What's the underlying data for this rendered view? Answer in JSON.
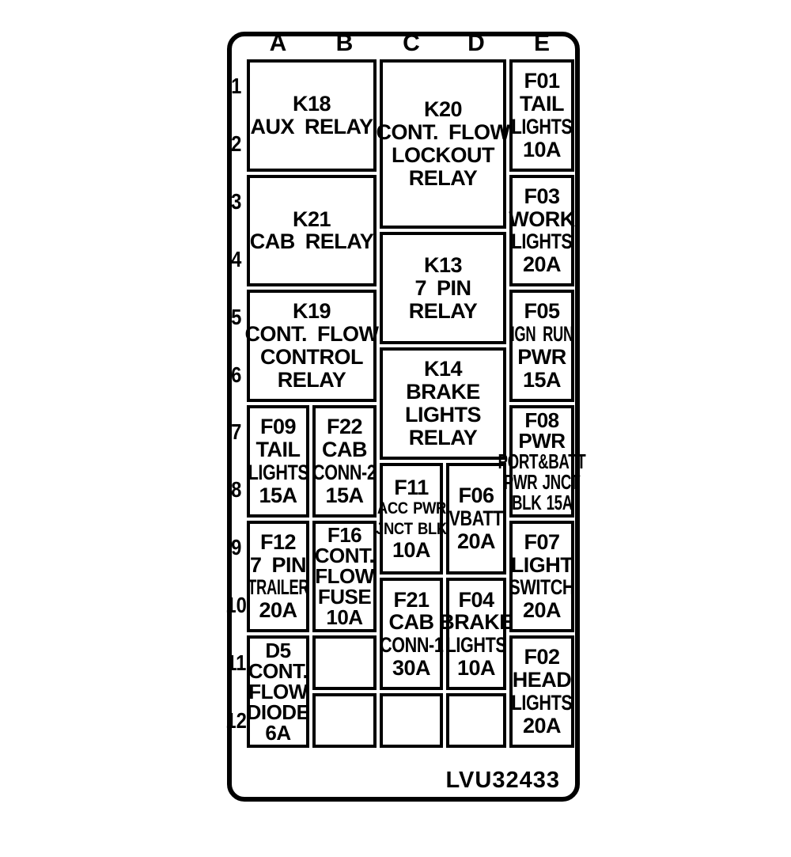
{
  "diagram": {
    "part_number": "LVU32433",
    "kind": "fuse-and-relay-panel-chart"
  },
  "column_headers": [
    "A",
    "B",
    "C",
    "D",
    "E"
  ],
  "row_numbers": [
    "1",
    "2",
    "3",
    "4",
    "5",
    "6",
    "7",
    "8",
    "9",
    "10",
    "11",
    "12"
  ],
  "boxes": [
    {
      "id": "K18",
      "column": "A-B",
      "rows": "1-2",
      "lines": [
        "K18",
        "AUX RELAY"
      ]
    },
    {
      "id": "K21",
      "column": "A-B",
      "rows": "3-4",
      "lines": [
        "K21",
        "CAB RELAY"
      ]
    },
    {
      "id": "K19",
      "column": "A-B",
      "rows": "5-6",
      "lines": [
        "K19",
        "CONT. FLOW",
        "CONTROL",
        "RELAY"
      ]
    },
    {
      "id": "F09",
      "column": "A",
      "rows": "7-8",
      "lines": [
        "F09",
        "TAIL",
        "LIGHTS",
        "15A"
      ]
    },
    {
      "id": "F22",
      "column": "B",
      "rows": "7-8",
      "lines": [
        "F22",
        "CAB",
        "CONN-2",
        "15A"
      ]
    },
    {
      "id": "F12",
      "column": "A",
      "rows": "9-10",
      "lines": [
        "F12",
        "7 PIN",
        "TRAILER",
        "20A"
      ]
    },
    {
      "id": "F16",
      "column": "B",
      "rows": "9-10",
      "lines": [
        "F16",
        "CONT.",
        "FLOW",
        "FUSE",
        "10A"
      ]
    },
    {
      "id": "D5",
      "column": "A",
      "rows": "11-12",
      "lines": [
        "D5",
        "CONT.",
        "FLOW",
        "DIODE",
        "6A"
      ]
    },
    {
      "id": "B11",
      "column": "B",
      "rows": "11",
      "lines": []
    },
    {
      "id": "B12",
      "column": "B",
      "rows": "12",
      "lines": []
    },
    {
      "id": "K20",
      "column": "C-D",
      "rows": "1-3",
      "lines": [
        "K20",
        "CONT. FLOW",
        "LOCKOUT",
        "RELAY"
      ]
    },
    {
      "id": "K13",
      "column": "C-D",
      "rows": "4-5",
      "lines": [
        "K13",
        "7 PIN",
        "RELAY"
      ]
    },
    {
      "id": "K14",
      "column": "C-D",
      "rows": "6-7",
      "lines": [
        "K14",
        "BRAKE",
        "LIGHTS",
        "RELAY"
      ]
    },
    {
      "id": "F11",
      "column": "C",
      "rows": "8-9",
      "lines": [
        "F11",
        "ACC PWR",
        "JNCT BLK",
        "10A"
      ]
    },
    {
      "id": "F06",
      "column": "D",
      "rows": "8-9",
      "lines": [
        "F06",
        "VBATT",
        "20A"
      ]
    },
    {
      "id": "F21",
      "column": "C",
      "rows": "10-11",
      "lines": [
        "F21",
        "CAB",
        "CONN-1",
        "30A"
      ]
    },
    {
      "id": "F04",
      "column": "D",
      "rows": "10-11",
      "lines": [
        "F04",
        "BRAKE",
        "LIGHTS",
        "10A"
      ]
    },
    {
      "id": "C12",
      "column": "C",
      "rows": "12",
      "lines": []
    },
    {
      "id": "D12",
      "column": "D",
      "rows": "12",
      "lines": []
    },
    {
      "id": "F01",
      "column": "E",
      "rows": "1-2",
      "lines": [
        "F01",
        "TAIL",
        "LIGHTS",
        "10A"
      ]
    },
    {
      "id": "F03",
      "column": "E",
      "rows": "3-4",
      "lines": [
        "F03",
        "WORK",
        "LIGHTS",
        "20A"
      ]
    },
    {
      "id": "F05",
      "column": "E",
      "rows": "5-6",
      "lines": [
        "F05",
        "IGN RUN",
        "PWR",
        "15A"
      ]
    },
    {
      "id": "F08",
      "column": "E",
      "rows": "7-8",
      "lines": [
        "F08",
        "PWR",
        "PORT&BATT",
        "PWR JNCT",
        "BLK 15A"
      ]
    },
    {
      "id": "F07",
      "column": "E",
      "rows": "9-10",
      "lines": [
        "F07",
        "LIGHT",
        "SWITCH",
        "20A"
      ]
    },
    {
      "id": "F02",
      "column": "E",
      "rows": "11-12",
      "lines": [
        "F02",
        "HEAD",
        "LIGHTS",
        "20A"
      ]
    }
  ]
}
